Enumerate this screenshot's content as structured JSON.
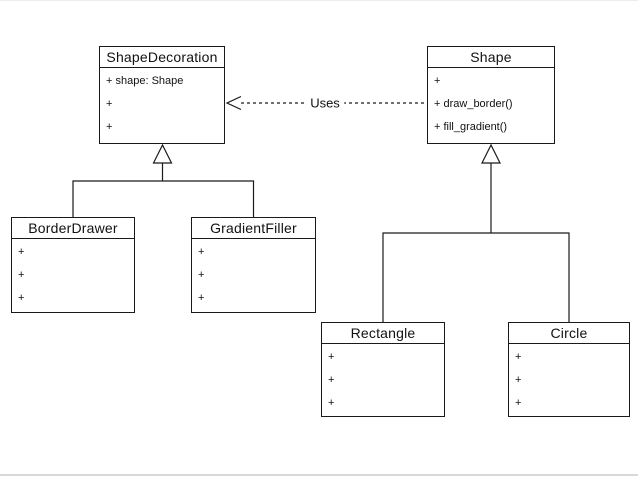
{
  "classes": [
    {
      "name": "ShapeDecoration",
      "members": [
        "+ shape: Shape",
        "+",
        "+"
      ]
    },
    {
      "name": "Shape",
      "members": [
        "+",
        "+ draw_border()",
        "+ fill_gradient()"
      ]
    },
    {
      "name": "BorderDrawer",
      "members": [
        "+",
        "+",
        "+"
      ]
    },
    {
      "name": "GradientFiller",
      "members": [
        "+",
        "+",
        "+"
      ]
    },
    {
      "name": "Rectangle",
      "members": [
        "+",
        "+",
        "+"
      ]
    },
    {
      "name": "Circle",
      "members": [
        "+",
        "+",
        "+"
      ]
    }
  ],
  "relationships": {
    "uses_label": "Uses"
  },
  "colors": {
    "line": "#1a1a1a",
    "background": "#ffffff",
    "bottom_rule": "#d9d9d9"
  }
}
